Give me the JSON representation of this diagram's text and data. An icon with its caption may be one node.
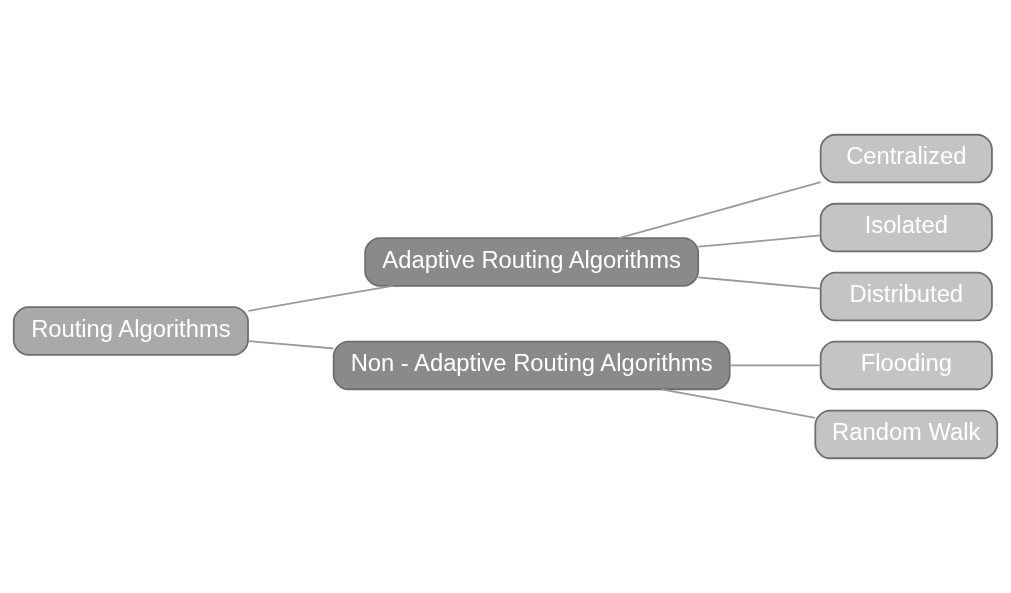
{
  "diagram": {
    "nodes": [
      {
        "text": [
          "Routing Algorithms"
        ]
      },
      {
        "text": [
          "Adaptive Routing Algorithms"
        ]
      },
      {
        "text": [
          "Non - Adaptive Routing Algorithms"
        ]
      },
      {
        "text": [
          "Centralized"
        ]
      },
      {
        "text": [
          "Isolated"
        ]
      },
      {
        "text": [
          "Distributed"
        ]
      },
      {
        "text": [
          "Flooding"
        ]
      },
      {
        "text": [
          "Random Walk"
        ]
      }
    ],
    "edges": [
      {
        "from": 0,
        "to": 1,
        "arrow": "none"
      },
      {
        "from": 0,
        "to": 2,
        "arrow": "none"
      },
      {
        "from": 1,
        "to": 3,
        "arrow": "none"
      },
      {
        "from": 1,
        "to": 4,
        "arrow": "none"
      },
      {
        "from": 1,
        "to": 5,
        "arrow": "none"
      },
      {
        "from": 2,
        "to": 6,
        "arrow": "none"
      },
      {
        "from": 2,
        "to": 7,
        "arrow": "none"
      }
    ]
  }
}
